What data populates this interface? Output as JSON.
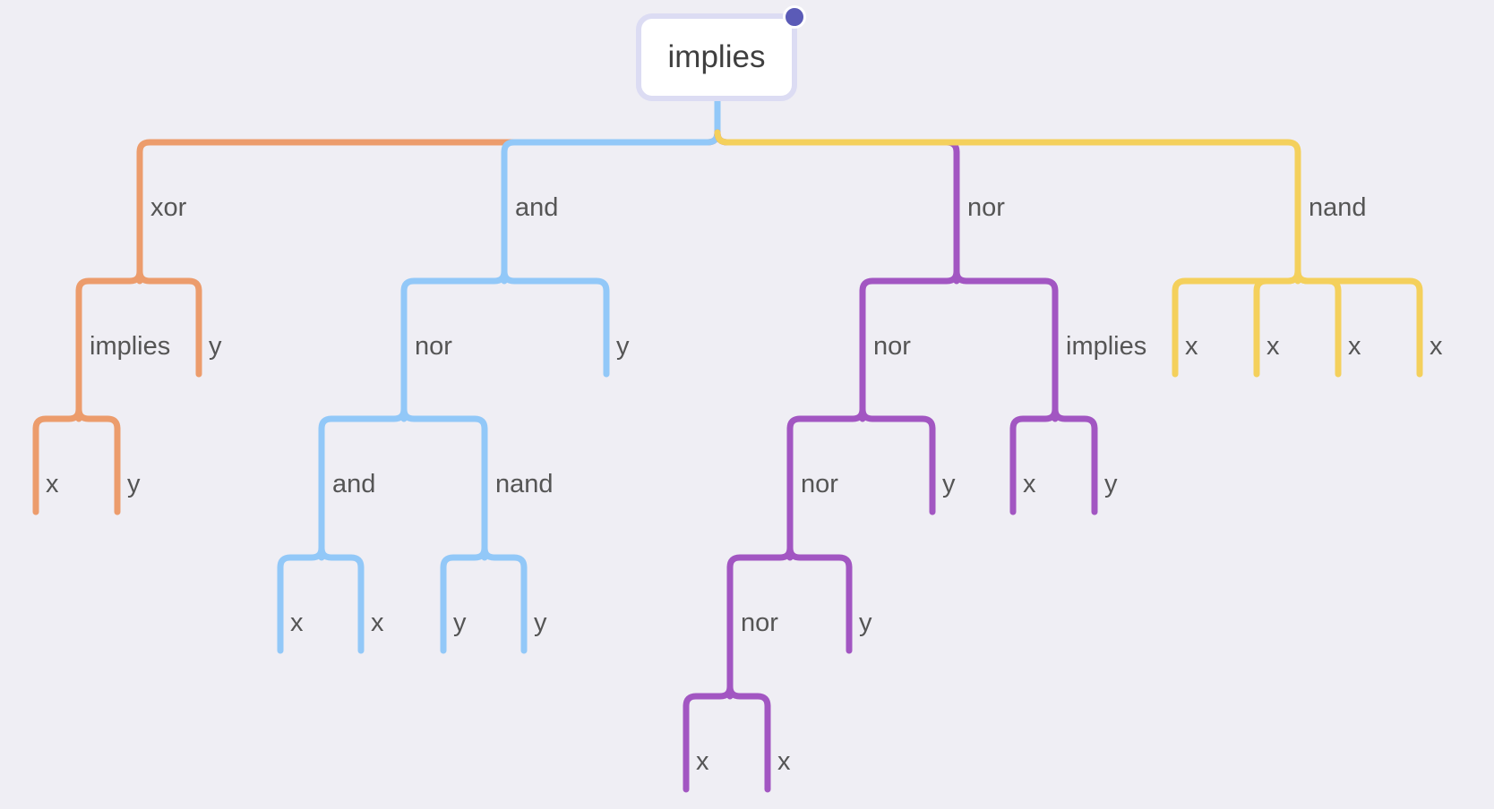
{
  "colors": {
    "background": "#efeef4",
    "root_border": "#dcdcf3",
    "root_handle": "#5b5bb7",
    "text": "#555555",
    "branches": [
      "#ec9c6c",
      "#92c8f8",
      "#a256c2",
      "#f4d05c"
    ]
  },
  "root": {
    "label": "implies"
  },
  "branches": [
    {
      "label": "xor",
      "children": [
        {
          "label": "implies",
          "children": [
            {
              "label": "x"
            },
            {
              "label": "y"
            }
          ]
        },
        {
          "label": "y"
        }
      ]
    },
    {
      "label": "and",
      "children": [
        {
          "label": "nor",
          "children": [
            {
              "label": "and",
              "children": [
                {
                  "label": "x"
                },
                {
                  "label": "x"
                }
              ]
            },
            {
              "label": "nand",
              "children": [
                {
                  "label": "y"
                },
                {
                  "label": "y"
                }
              ]
            }
          ]
        },
        {
          "label": "y"
        }
      ]
    },
    {
      "label": "nor",
      "children": [
        {
          "label": "nor",
          "children": [
            {
              "label": "nor",
              "children": [
                {
                  "label": "nor",
                  "children": [
                    {
                      "label": "x"
                    },
                    {
                      "label": "x"
                    }
                  ]
                },
                {
                  "label": "y"
                }
              ]
            },
            {
              "label": "y"
            }
          ]
        },
        {
          "label": "implies",
          "children": [
            {
              "label": "x"
            },
            {
              "label": "y"
            }
          ]
        }
      ]
    },
    {
      "label": "nand",
      "children": [
        {
          "label": "x"
        },
        {
          "label": "x"
        },
        {
          "label": "x"
        },
        {
          "label": "x"
        }
      ]
    }
  ]
}
